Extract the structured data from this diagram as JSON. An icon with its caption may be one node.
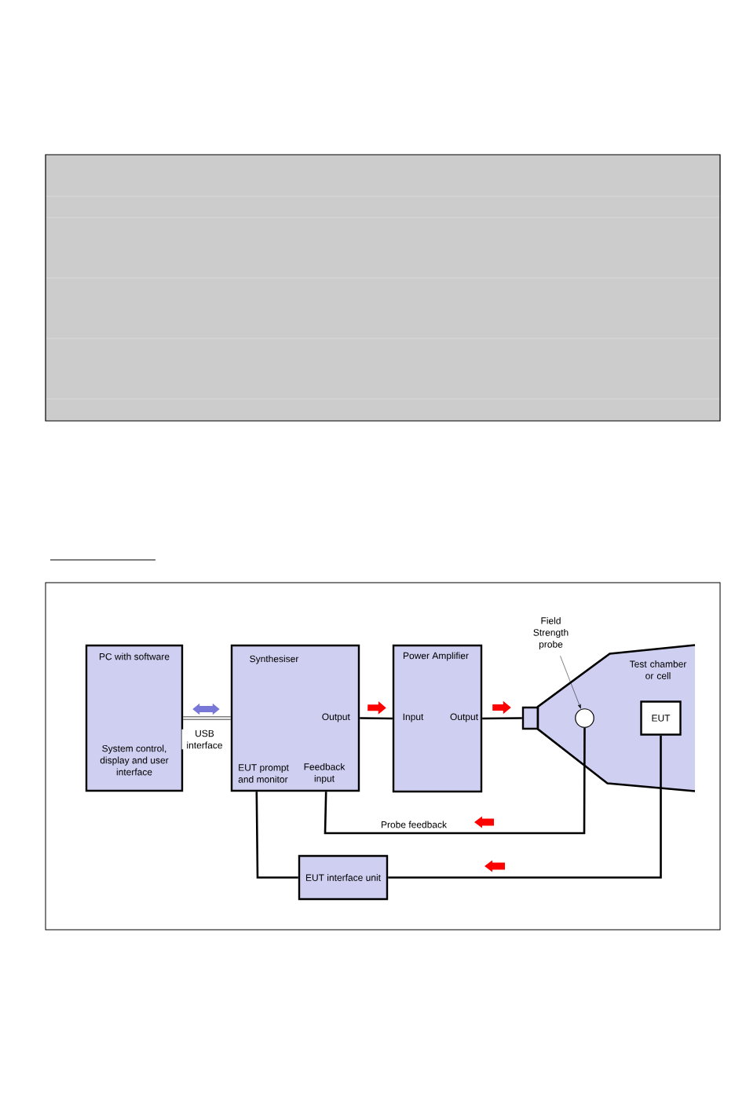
{
  "diagram": {
    "nodes": [
      {
        "text": [
          "PC with software",
          "System control, display and user interface"
        ]
      },
      {
        "text": [
          "Synthesiser",
          "Output",
          "EUT prompt and monitor",
          "Feedback input"
        ]
      },
      {
        "text": [
          "Power Amplifier",
          "Input",
          "Output"
        ]
      },
      {
        "text": [
          "Field Strength probe"
        ]
      },
      {
        "text": [],
        "shape": "box"
      },
      {
        "text": [
          "Test chamber or cell"
        ]
      },
      {
        "text": [],
        "shape": "circle",
        "in": 5
      },
      {
        "text": [
          "EUT"
        ],
        "in": 5
      },
      {
        "text": [
          "EUT interface unit"
        ]
      }
    ],
    "edges": [
      {
        "from": 0,
        "to": 1,
        "arrow": "none",
        "label": "USB interface"
      },
      {
        "from": 1,
        "to": 2,
        "arrow": "none"
      },
      {
        "from": 2,
        "to": 4,
        "arrow": "none"
      },
      {
        "from": 6,
        "to": 1,
        "arrow": "none",
        "label": "Probe feedback"
      },
      {
        "from": 7,
        "to": 8,
        "arrow": "none"
      },
      {
        "from": 8,
        "to": 1,
        "arrow": "none"
      },
      {
        "from": 3,
        "to": 6,
        "arrow": "to"
      },
      {
        "from": 1,
        "to": 2,
        "arrow": "to",
        "style": "thick",
        "color": "#ff0000"
      },
      {
        "from": 2,
        "to": 4,
        "arrow": "to",
        "style": "thick",
        "color": "#ff0000"
      },
      {
        "from": 0,
        "to": 1,
        "arrow": "both",
        "style": "thick",
        "color": "#7878d8"
      }
    ]
  }
}
